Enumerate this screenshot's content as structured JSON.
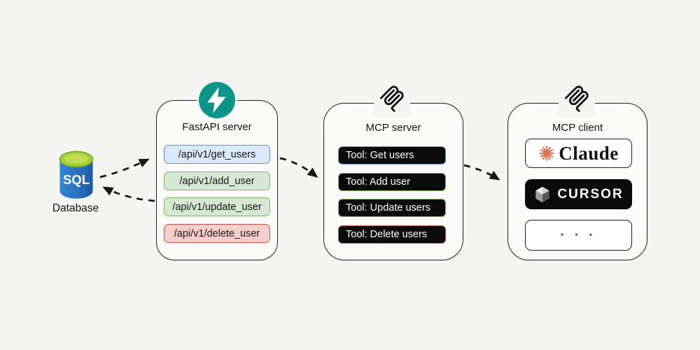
{
  "page": {
    "bg": "#f4f4f2",
    "ink": "#161616"
  },
  "database": {
    "icon_label": "SQL",
    "caption": "Database",
    "cylinder_blue": "#2a72c0",
    "top_green": "#a3cf3d"
  },
  "fastapi": {
    "title": "FastAPI server",
    "brand_color": "#0d9488",
    "endpoints": [
      {
        "label": "/api/v1/get_users",
        "fill": "#dae8fc",
        "border": "#6c8ebf"
      },
      {
        "label": "/api/v1/add_user",
        "fill": "#d5e8d4",
        "border": "#82b366"
      },
      {
        "label": "/api/v1/update_user",
        "fill": "#d5e8d4",
        "border": "#82b366"
      },
      {
        "label": "/api/v1/delete_user",
        "fill": "#f8cecc",
        "border": "#b85450"
      }
    ]
  },
  "mcp_server": {
    "title": "MCP server",
    "tool_bg": "#0b0b0b",
    "tools": [
      {
        "label": "Tool: Get users",
        "accent": "#6c8ebf"
      },
      {
        "label": "Tool: Add user",
        "accent": "#82b366"
      },
      {
        "label": "Tool: Update users",
        "accent": "#82b366"
      },
      {
        "label": "Tool: Delete users",
        "accent": "#b85450"
      }
    ]
  },
  "mcp_client": {
    "title": "MCP client",
    "claude": {
      "name": "Claude",
      "accent": "#d97757"
    },
    "cursor": {
      "name": "CURSOR"
    },
    "more": {
      "label": "· · ·"
    }
  }
}
